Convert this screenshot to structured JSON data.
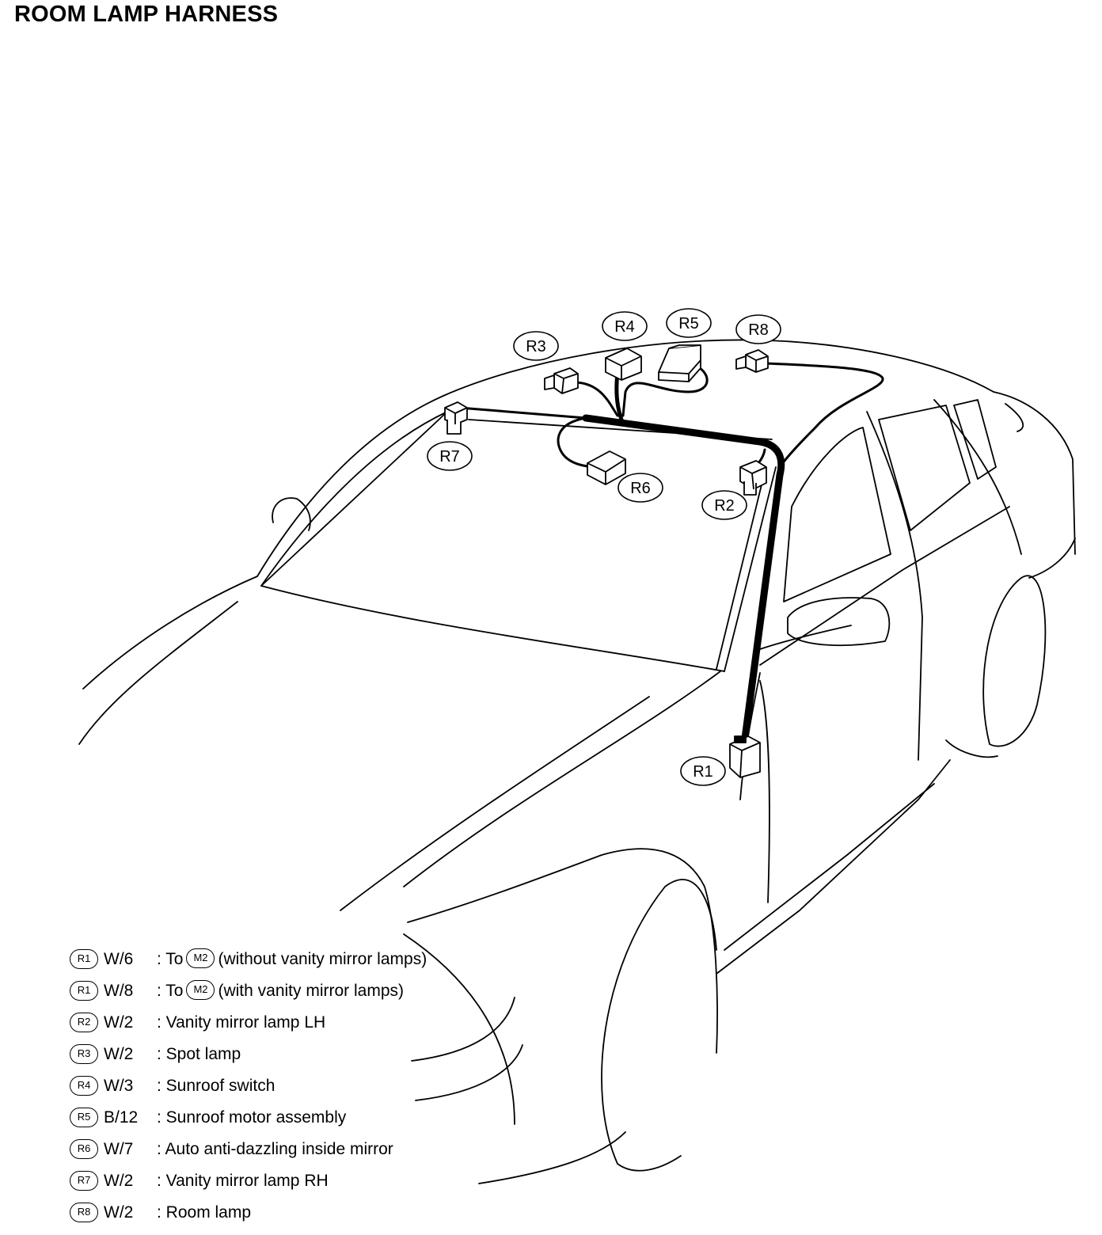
{
  "title": "ROOM LAMP HARNESS",
  "connectors": [
    {
      "id": "R1",
      "label": "R1"
    },
    {
      "id": "R2",
      "label": "R2"
    },
    {
      "id": "R3",
      "label": "R3"
    },
    {
      "id": "R4",
      "label": "R4"
    },
    {
      "id": "R5",
      "label": "R5"
    },
    {
      "id": "R6",
      "label": "R6"
    },
    {
      "id": "R7",
      "label": "R7"
    },
    {
      "id": "R8",
      "label": "R8"
    }
  ],
  "legend": [
    {
      "connector": "R1",
      "code": "W/6",
      "prefix": ": To",
      "ref": "M2",
      "suffix": "(without vanity mirror lamps)"
    },
    {
      "connector": "R1",
      "code": "W/8",
      "prefix": ": To",
      "ref": "M2",
      "suffix": "(with vanity mirror lamps)"
    },
    {
      "connector": "R2",
      "code": "W/2",
      "prefix": ": Vanity mirror lamp LH"
    },
    {
      "connector": "R3",
      "code": "W/2",
      "prefix": ": Spot lamp"
    },
    {
      "connector": "R4",
      "code": "W/3",
      "prefix": ": Sunroof switch"
    },
    {
      "connector": "R5",
      "code": "B/12",
      "prefix": ": Sunroof motor assembly"
    },
    {
      "connector": "R6",
      "code": "W/7",
      "prefix": ": Auto anti-dazzling inside mirror"
    },
    {
      "connector": "R7",
      "code": "W/2",
      "prefix": ": Vanity mirror lamp RH"
    },
    {
      "connector": "R8",
      "code": "W/2",
      "prefix": ": Room lamp"
    }
  ]
}
